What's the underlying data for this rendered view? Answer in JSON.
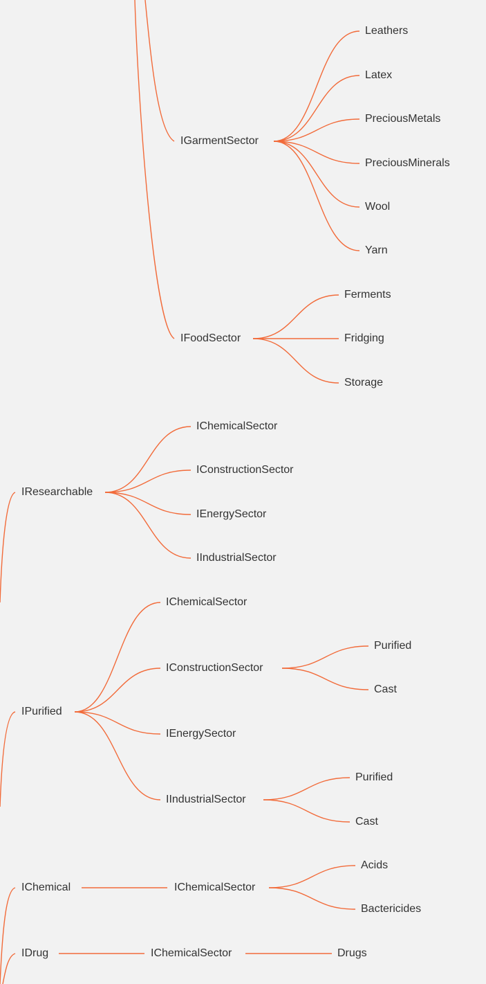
{
  "colors": {
    "edge": "#f26b3a",
    "text": "#333333",
    "background": "#f2f2f2"
  },
  "nodes": {
    "garment": "IGarmentSector",
    "leathers": "Leathers",
    "latex": "Latex",
    "preciousMetals": "PreciousMetals",
    "preciousMinerals": "PreciousMinerals",
    "wool": "Wool",
    "yarn": "Yarn",
    "food": "IFoodSector",
    "ferments": "Ferments",
    "fridging": "Fridging",
    "storage": "Storage",
    "researchable": "IResearchable",
    "rChemical": "IChemicalSector",
    "rConstruction": "IConstructionSector",
    "rEnergy": "IEnergySector",
    "rIndustrial": "IIndustrialSector",
    "purified": "IPurified",
    "pChemical": "IChemicalSector",
    "pConstruction": "IConstructionSector",
    "pcPurified": "Purified",
    "pcCast": "Cast",
    "pEnergy": "IEnergySector",
    "pIndustrial": "IIndustrialSector",
    "piPurified": "Purified",
    "piCast": "Cast",
    "chemical": "IChemical",
    "cChemical": "IChemicalSector",
    "acids": "Acids",
    "bactericides": "Bactericides",
    "drug": "IDrug",
    "dChemical": "IChemicalSector",
    "drugs": "Drugs"
  }
}
